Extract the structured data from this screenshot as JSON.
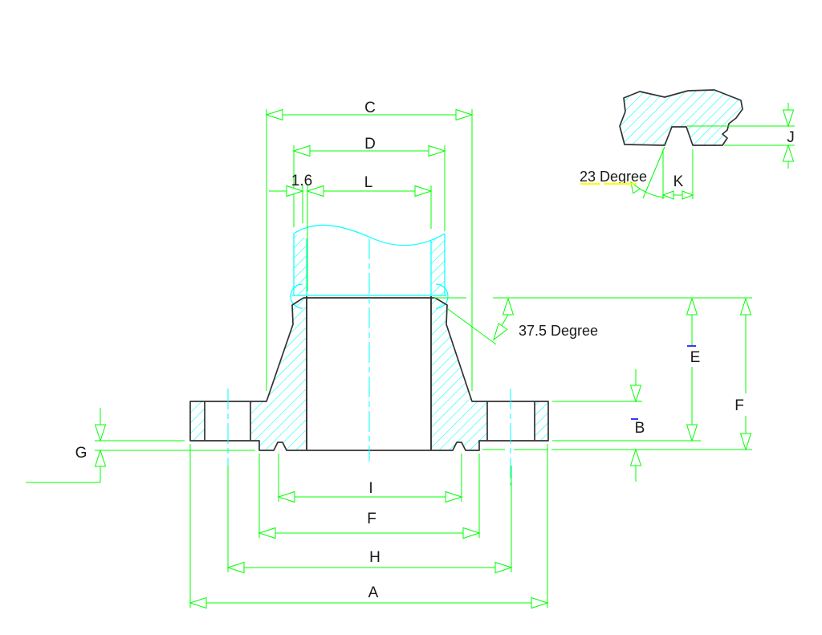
{
  "colors": {
    "background": "#ffffff",
    "dimension_lines": "#00ff00",
    "material_hatch": "#00ffff",
    "body_outline": "#333333",
    "text": "#1a1a1a",
    "underline_highlight": "#ffff00",
    "link_tick": "#3a3aff"
  },
  "main_view": {
    "dim_labels": {
      "C": "C",
      "D": "D",
      "L": "L",
      "wall_land": "1.6",
      "bevel_angle": "37.5 Degree",
      "E": "E",
      "F_overall": "F",
      "B": "B",
      "G": "G",
      "I": "I",
      "F_raised_face": "F",
      "H": "H",
      "A": "A"
    }
  },
  "detail_view": {
    "dim_labels": {
      "J": "J",
      "K": "K",
      "groove_angle": "23 Degree"
    }
  }
}
